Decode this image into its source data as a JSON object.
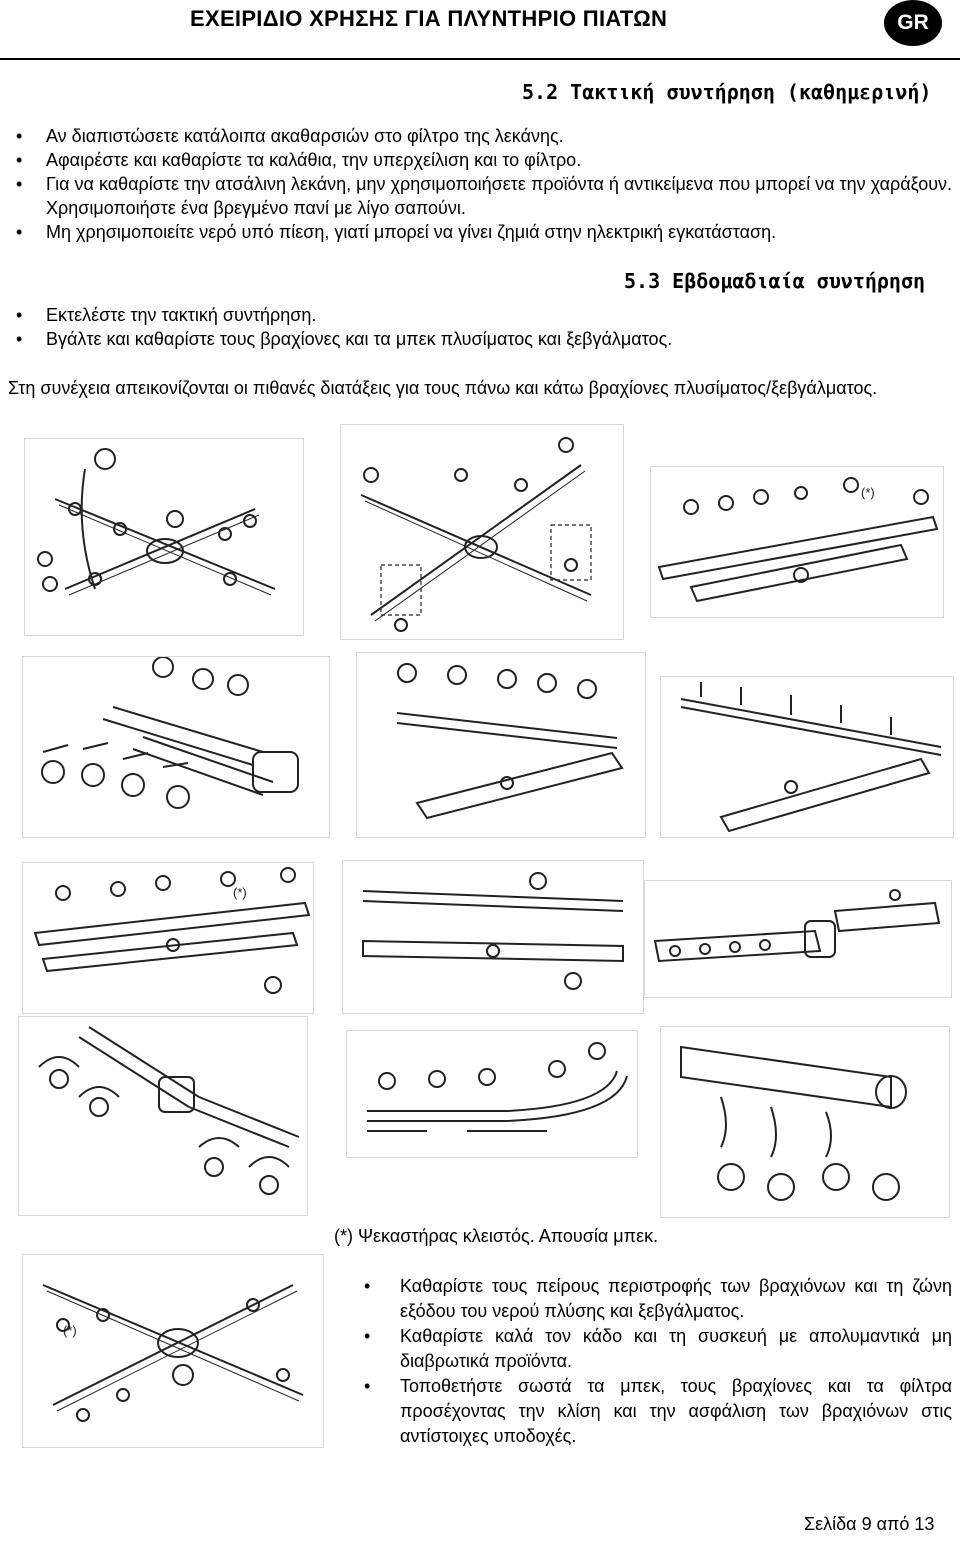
{
  "header": {
    "title": "ΕΧΕΙΡΙΔΙΟ ΧΡΗΣΗΣ ΓΙΑ ΠΛΥΝΤΗΡΙΟ ΠΙΑΤΩΝ",
    "badge": "GR"
  },
  "section_daily": {
    "heading": "5.2 Τακτική συντήρηση (καθημερινή)",
    "bullets": [
      "Αν διαπιστώσετε κατάλοιπα ακαθαρσιών στο φίλτρο της λεκάνης.",
      "Αφαιρέστε και καθαρίστε τα καλάθια, την υπερχείλιση και το φίλτρο.",
      "Για να καθαρίστε την ατσάλινη λεκάνη, μην χρησιμοποιήσετε προϊόντα ή αντικείμενα που μπορεί να την χαράξουν. Χρησιμοποιήστε ένα βρεγμένο πανί με λίγο σαπούνι.",
      "Μη χρησιμοποιείτε νερό υπό πίεση, γιατί μπορεί να γίνει ζημιά στην ηλεκτρική εγκατάσταση."
    ]
  },
  "section_weekly": {
    "heading": "5.3 Εβδομαδιαία συντήρηση",
    "bullets": [
      "Εκτελέστε την τακτική συντήρηση.",
      "Βγάλτε και καθαρίστε τους βραχίονες και τα μπεκ πλυσίματος και ξεβγάλματος."
    ],
    "intro": "Στη συνέχεια απεικονίζονται οι πιθανές διατάξεις για τους πάνω και κάτω βραχίονες πλυσίματος/ξεβγάλματος."
  },
  "figures": {
    "asterisk_marker": "(*)",
    "caption": "(*) Ψεκαστήρας κλειστός. Απουσία μπεκ."
  },
  "final_bullets": [
    "Καθαρίστε τους πείρους περιστροφής των βραχιόνων και τη ζώνη εξόδου του νερού πλύσης και ξεβγάλματος.",
    "Καθαρίστε καλά τον κάδο και τη συσκευή με απολυμαντικά μη διαβρωτικά προϊόντα.",
    "Τοποθετήστε σωστά τα μπεκ, τους βραχίονες και τα φίλτρα προσέχοντας την κλίση και την ασφάλιση των βραχιόνων στις αντίστοιχες υποδοχές."
  ],
  "footer": {
    "page": "Σελίδα 9 από 13"
  }
}
